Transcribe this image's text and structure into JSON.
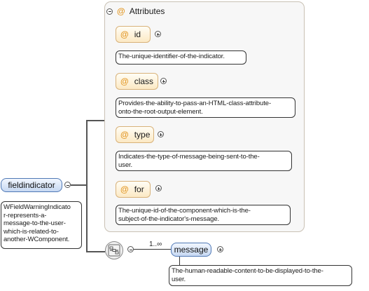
{
  "attributes_group": {
    "title": "Attributes"
  },
  "attributes": [
    {
      "name": "id",
      "doc": [
        "The-unique-identifier-of-the-indicator."
      ]
    },
    {
      "name": "class",
      "doc": [
        "Provides-the-ability-to-pass-an-HTML-class-attribute-",
        "onto-the-root-output-element."
      ]
    },
    {
      "name": "type",
      "doc": [
        "Indicates-the-type-of-message-being-sent-to-the-",
        "user."
      ]
    },
    {
      "name": "for",
      "doc": [
        "The-unique-id-of-the-component-which-is-the-",
        "subject-of-the-indicator's-message."
      ]
    }
  ],
  "root_element": {
    "name": "fieldindicator",
    "doc": [
      "WFieldWarningIndicato",
      "r-represents-a-",
      "message-to-the-user-",
      "which-is-related-to-",
      "another-WComponent."
    ]
  },
  "sequence": {
    "cardinality": "1..∞"
  },
  "child_element": {
    "name": "message",
    "doc": [
      "The-human-readable-content-to-be-displayed-to-the-",
      "user."
    ]
  },
  "colors": {
    "element_border": "#4f78b5",
    "attribute_border": "#d8b27a",
    "attribute_marker": "#e39a2a"
  }
}
